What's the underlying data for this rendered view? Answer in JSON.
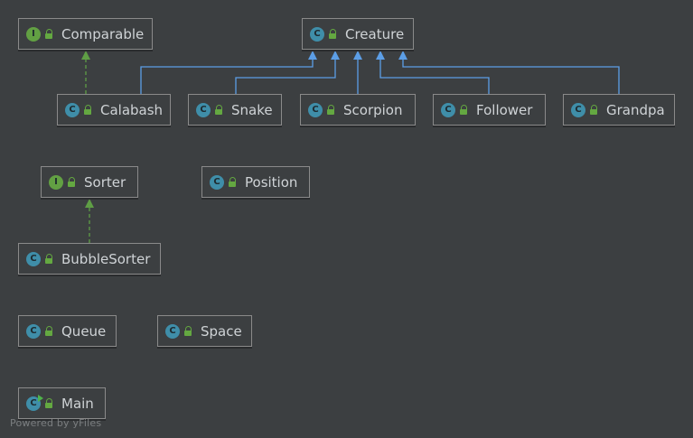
{
  "diagram": {
    "watermark": "Powered by yFiles",
    "nodes": [
      {
        "id": "comparable",
        "label": "Comparable",
        "kind": "interface",
        "kind_letter": "I"
      },
      {
        "id": "creature",
        "label": "Creature",
        "kind": "class",
        "kind_letter": "C"
      },
      {
        "id": "calabash",
        "label": "Calabash",
        "kind": "class",
        "kind_letter": "C"
      },
      {
        "id": "snake",
        "label": "Snake",
        "kind": "class",
        "kind_letter": "C"
      },
      {
        "id": "scorpion",
        "label": "Scorpion",
        "kind": "class",
        "kind_letter": "C"
      },
      {
        "id": "follower",
        "label": "Follower",
        "kind": "class",
        "kind_letter": "C"
      },
      {
        "id": "grandpa",
        "label": "Grandpa",
        "kind": "class",
        "kind_letter": "C"
      },
      {
        "id": "sorter",
        "label": "Sorter",
        "kind": "interface",
        "kind_letter": "I"
      },
      {
        "id": "position",
        "label": "Position",
        "kind": "class",
        "kind_letter": "C"
      },
      {
        "id": "bubblesorter",
        "label": "BubbleSorter",
        "kind": "class",
        "kind_letter": "C"
      },
      {
        "id": "queue",
        "label": "Queue",
        "kind": "class",
        "kind_letter": "C"
      },
      {
        "id": "space",
        "label": "Space",
        "kind": "class",
        "kind_letter": "C"
      },
      {
        "id": "main",
        "label": "Main",
        "kind": "main-class",
        "kind_letter": "C"
      }
    ],
    "edges": [
      {
        "from": "calabash",
        "to": "comparable",
        "relation": "implements"
      },
      {
        "from": "calabash",
        "to": "creature",
        "relation": "extends"
      },
      {
        "from": "snake",
        "to": "creature",
        "relation": "extends"
      },
      {
        "from": "scorpion",
        "to": "creature",
        "relation": "extends"
      },
      {
        "from": "follower",
        "to": "creature",
        "relation": "extends"
      },
      {
        "from": "grandpa",
        "to": "creature",
        "relation": "extends"
      },
      {
        "from": "bubblesorter",
        "to": "sorter",
        "relation": "implements"
      }
    ],
    "colors": {
      "background": "#3c3f41",
      "extends_edge": "#5c9ee6",
      "implements_edge": "#5f9e45",
      "class_icon": "#3f8ea9",
      "interface_icon": "#62a043",
      "node_text": "#cfd3d6"
    }
  }
}
